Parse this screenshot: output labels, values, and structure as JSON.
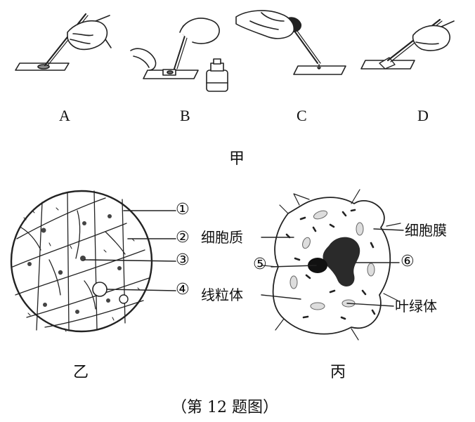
{
  "figure_caption": "（第 12 题图）",
  "jia": {
    "group_label": "甲",
    "steps": [
      {
        "label": "A",
        "icon": "tweezers-on-slide-icon"
      },
      {
        "label": "B",
        "icon": "dropper-and-bottle-icon"
      },
      {
        "label": "C",
        "icon": "dropper-on-slide-icon"
      },
      {
        "label": "D",
        "icon": "tweezers-coverslip-icon"
      }
    ]
  },
  "yi": {
    "group_label": "乙",
    "markers": [
      "①",
      "②",
      "③",
      "④"
    ]
  },
  "bing": {
    "group_label": "丙",
    "labels": {
      "cytoplasm": "细胞质",
      "cell_membrane": "细胞膜",
      "mitochondria": "线粒体",
      "chloroplast": "叶绿体"
    },
    "markers": [
      "⑤",
      "⑥"
    ]
  }
}
